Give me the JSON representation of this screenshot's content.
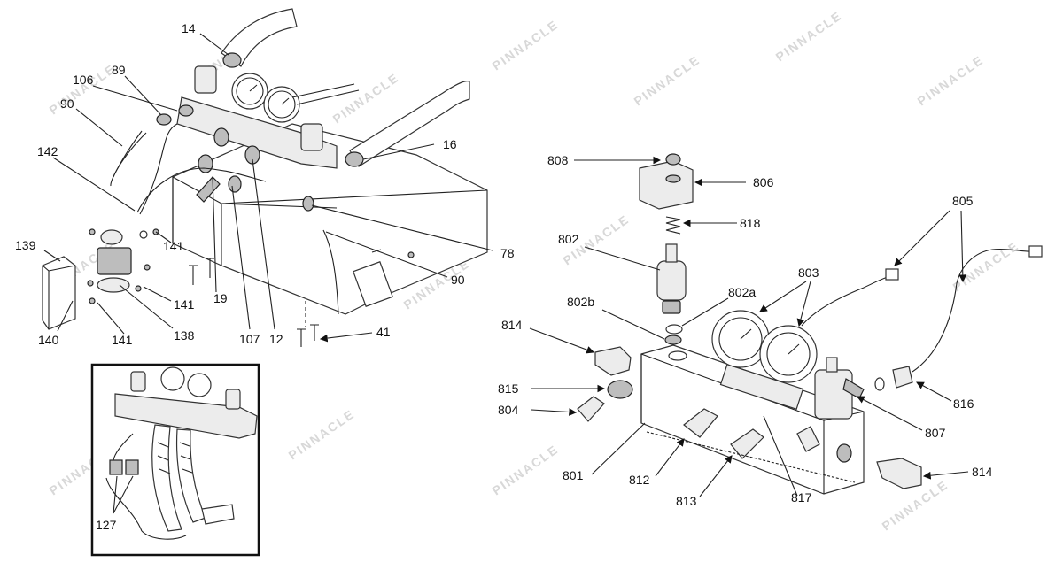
{
  "watermark": "PINNACLE",
  "callouts": {
    "c14": "14",
    "c89": "89",
    "c106": "106",
    "c90a": "90",
    "c142": "142",
    "c16": "16",
    "c139": "139",
    "c141a": "141",
    "c141b": "141",
    "c141c": "141",
    "c140": "140",
    "c138": "138",
    "c19": "19",
    "c107": "107",
    "c12": "12",
    "c41": "41",
    "c78": "78",
    "c90b": "90",
    "c127": "127",
    "c808": "808",
    "c806": "806",
    "c818": "818",
    "c802": "802",
    "c805": "805",
    "c803": "803",
    "c802a": "802a",
    "c802b": "802b",
    "c814a": "814",
    "c815": "815",
    "c804": "804",
    "c816": "816",
    "c807": "807",
    "c801": "801",
    "c812": "812",
    "c813": "813",
    "c817": "817",
    "c814b": "814"
  }
}
